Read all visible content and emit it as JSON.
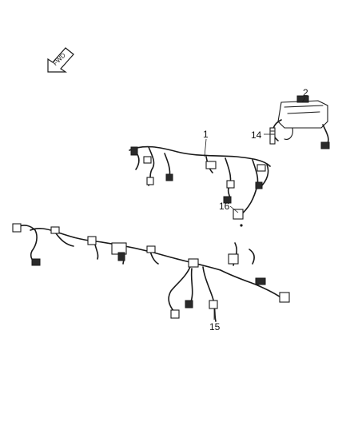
{
  "diagram": {
    "callouts": [
      {
        "id": "1",
        "text": "1"
      },
      {
        "id": "2",
        "text": "2"
      },
      {
        "id": "14",
        "text": "14"
      },
      {
        "id": "15",
        "text": "15"
      },
      {
        "id": "16",
        "text": "16"
      }
    ],
    "direction_indicator": {
      "text": "FWD",
      "icon": "forward-arrow-icon"
    },
    "colors": {
      "line": "#1a1a1a",
      "background": "#ffffff"
    }
  }
}
